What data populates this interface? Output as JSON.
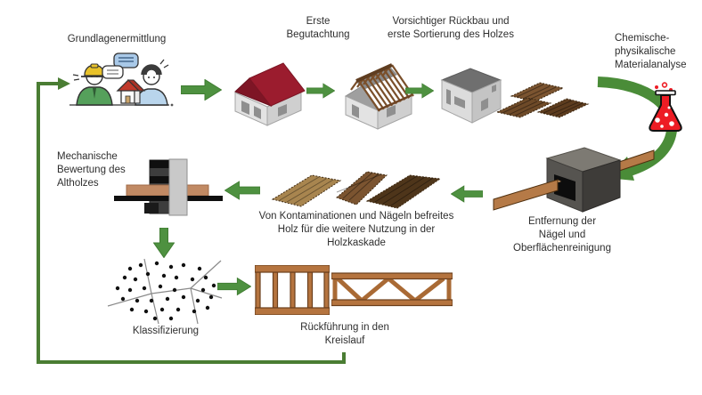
{
  "diagram_title": "Altholz-Kreislauf Prozessdiagramm",
  "colors": {
    "flow_arrow_green": "#4e9140",
    "flow_arrow_border": "#3f7c31",
    "feedback_loop_green": "#4a7d33",
    "roof_red": "#9b1c2e",
    "flask_red": "#ed1c24",
    "wood_brown": "#7b5430",
    "frame_brown": "#b5743f",
    "machine_gray": "#565450",
    "label_text": "#2e2e2e"
  },
  "labels": {
    "grundlagenermittlung": "Grundlagenermittlung",
    "erste_begutachtung": "Erste\nBegutachtung",
    "rueckbau": "Vorsichtiger Rückbau und\nerste Sortierung des Holzes",
    "materialanalyse": "Chemische-\nphysikalische\nMaterialanalyse",
    "entfernung": "Entfernung der\nNägel und Oberflächenreinigung",
    "holzkaskade": "Von Kontaminationen und Nägeln befreites\nHolz für die weitere Nutzung in der\nHolzkaskade",
    "mechanische_bewertung": "Mechanische\nBewertung des\nAltholzes",
    "klassifizierung": "Klassifizierung",
    "rueckfuehrung": "Rückführung in den\nKreislauf"
  },
  "icons": {
    "consultation": "people-discussion-icon",
    "house_intact": "red-roof-house-icon",
    "house_rafters": "roof-removal-house-icon",
    "house_roofless": "roofless-house-icon",
    "wood_sorted": "wood-plank-stacks-icon",
    "flask": "chemistry-flask-icon",
    "nail_machine": "nail-removal-machine-icon",
    "test_machine": "bending-test-machine-icon",
    "classification": "scatter-classification-icon",
    "wall_frame": "wood-wall-frame-icon",
    "truss": "wood-truss-icon"
  }
}
